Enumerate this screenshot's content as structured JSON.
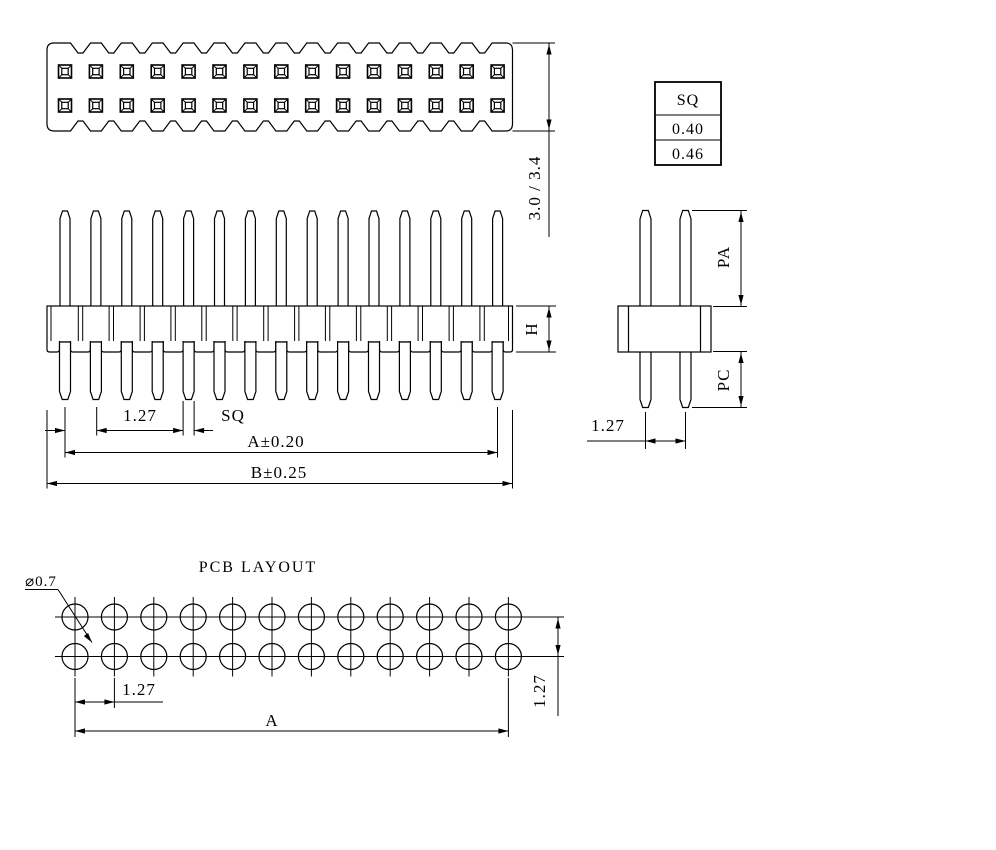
{
  "title_block": {
    "table": {
      "header": "SQ",
      "rows": [
        "0.40",
        "0.46"
      ]
    }
  },
  "top_view": {
    "columns": 15,
    "rows": 2,
    "height_dim": "3.0 / 3.4"
  },
  "front_view": {
    "pins": 15,
    "pitch_dim": "1.27",
    "pin_dim": "SQ",
    "dim_a": "A±0.20",
    "dim_b": "B±0.25",
    "body_height_dim": "H"
  },
  "side_view": {
    "pins": 2,
    "dim_pa": "PA",
    "dim_pc": "PC",
    "pitch_dim": "1.27"
  },
  "pcb_layout": {
    "title": "PCB LAYOUT",
    "columns": 12,
    "rows": 2,
    "hole_dim": "⌀0.7",
    "pitch_x_dim": "1.27",
    "pitch_y_dim": "1.27",
    "span_dim": "A"
  },
  "colors": {
    "line": "#000000",
    "background": "#ffffff"
  }
}
